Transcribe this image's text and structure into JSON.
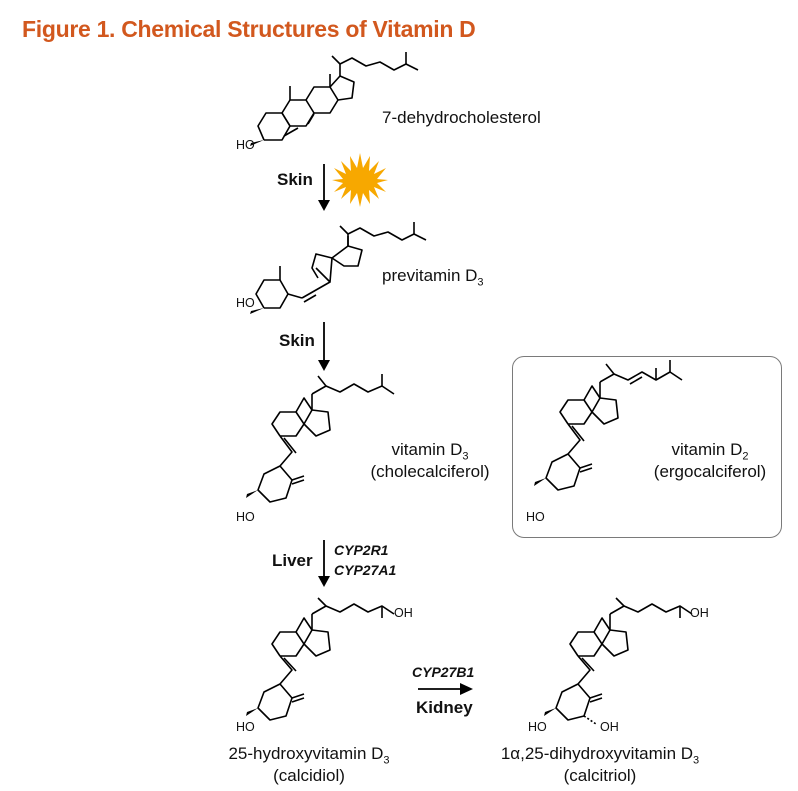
{
  "title": "Figure 1. Chemical Structures of Vitamin D",
  "compounds": {
    "dehydro": {
      "name": "7-dehydrocholesterol"
    },
    "previtamin": {
      "name": "previtamin D",
      "sub": "3"
    },
    "vitd3": {
      "name": "vitamin D",
      "sub": "3",
      "alt": "(cholecalciferol)"
    },
    "vitd2": {
      "name": "vitamin D",
      "sub": "2",
      "alt": "(ergocalciferol)"
    },
    "calcidiol": {
      "name": "25-hydroxyvitamin D",
      "sub": "3",
      "alt": "(calcidiol)"
    },
    "calcitriol": {
      "name": "1α,25-dihydroxyvitamin D",
      "sub": "3",
      "alt": "(calcitriol)"
    }
  },
  "steps": {
    "skin1": "Skin",
    "skin2": "Skin",
    "liver": "Liver",
    "liver_enzymes": [
      "CYP2R1",
      "CYP27A1"
    ],
    "kidney": "Kidney",
    "kidney_enzyme": "CYP27B1"
  },
  "groups": {
    "ho": "HO",
    "oh": "OH"
  },
  "colors": {
    "title": "#D2581E",
    "sun": "#F7A800",
    "box_border": "#7a7a7a"
  }
}
